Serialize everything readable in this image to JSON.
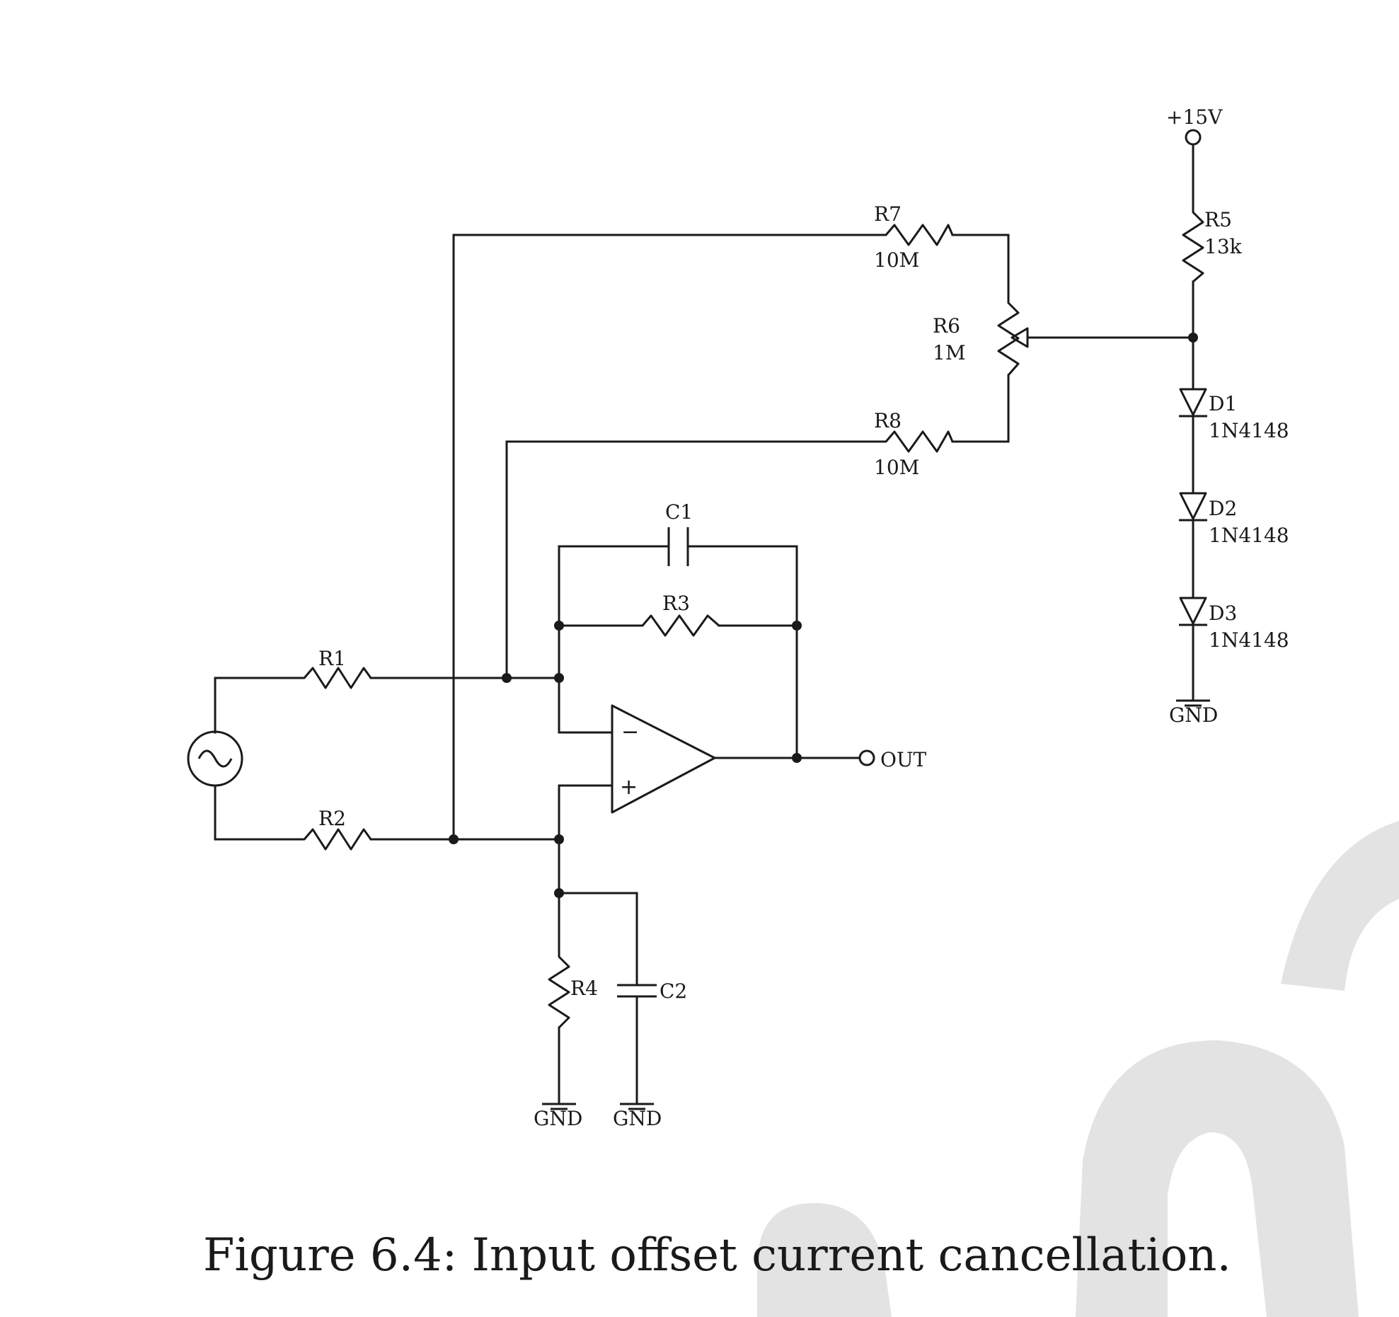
{
  "caption": "Figure 6.4: Input offset current cancellation.",
  "labels": {
    "vplus": "+15V",
    "r1": "R1",
    "r2": "R2",
    "r3": "R3",
    "r4": "R4",
    "r5": "R5",
    "r5_value": "13k",
    "r6": "R6",
    "r6_value": "1M",
    "r7": "R7",
    "r7_value": "10M",
    "r8": "R8",
    "r8_value": "10M",
    "c1": "C1",
    "c2": "C2",
    "d1": "D1",
    "d1_part": "1N4148",
    "d2": "D2",
    "d2_part": "1N4148",
    "d3": "D3",
    "d3_part": "1N4148",
    "out": "OUT",
    "gnd_r4": "GND",
    "gnd_c2": "GND",
    "gnd_diodes": "GND",
    "minus_sign": "−",
    "plus_sign": "+"
  },
  "colors": {
    "ink": "#1a1a1a",
    "background": "#ffffff",
    "watermark": "#e3e3e3"
  }
}
